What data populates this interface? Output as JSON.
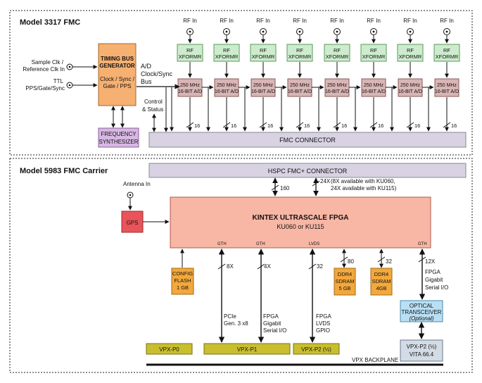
{
  "fmc": {
    "title": "Model 3317  FMC",
    "rf_in": "RF In",
    "xformr_l1": "RF",
    "xformr_l2": "XFORMR",
    "adc_l1": "250 MHz",
    "adc_l2": "16-BIT A/D",
    "bus_width": "16",
    "sample_clk_l1": "Sample Clk /",
    "sample_clk_l2": "Reference Clk In",
    "ttl_l1": "TTL",
    "ttl_l2": "PPS/Gate/Sync",
    "timing_l1": "TIMING BUS",
    "timing_l2": "GENERATOR",
    "timing_l3": "Clock / Sync /",
    "timing_l4": "Gate / PPS",
    "ad_bus_l1": "A/D",
    "ad_bus_l2": "Clock/Sync",
    "ad_bus_l3": "Bus",
    "control_l1": "Control",
    "control_l2": "& Status",
    "freq_l1": "FREQUENCY",
    "freq_l2": "SYNTHESIZER",
    "connector": "FMC CONNECTOR"
  },
  "carrier": {
    "title": "Model 5983 FMC Carrier",
    "hspc": "HSPC FMC+ CONNECTOR",
    "w160": "160",
    "lvds": "LVDS",
    "gth": "GTH",
    "w24x": "24X",
    "note_l1": "(8X available with KU060,",
    "note_l2": "24X available with KU115)",
    "antenna": "Antenna In",
    "gps": "GPS",
    "fpga_l1": "KINTEX ULTRASCALE FPGA",
    "fpga_l2": "KU060 or KU115",
    "config_l1": "CONFIG",
    "config_l2": "FLASH",
    "config_l3": "1 GB",
    "w8x": "8X",
    "w4x": "4X",
    "w32": "32",
    "w80": "80",
    "w12x": "12X",
    "ddr_a_l1": "DDR4",
    "ddr_a_l2": "SDRAM",
    "ddr_a_l3": "5 GB",
    "ddr_b_l1": "DDR4",
    "ddr_b_l2": "SDRAM",
    "ddr_b_l3": "4GB",
    "pcie_l1": "PCIe",
    "pcie_l2": "Gen. 3 x8",
    "fgsio_l1": "FPGA",
    "fgsio_l2": "Gigabit",
    "fgsio_l3": "Serial I/O",
    "lvds_gpio_l1": "FPGA",
    "lvds_gpio_l2": "LVDS",
    "lvds_gpio_l3": "GPIO",
    "opt_sio_l1": "FPGA",
    "opt_sio_l2": "Gigabit",
    "opt_sio_l3": "Serial I/O",
    "optical_l1": "OPTICAL",
    "optical_l2": "TRANSCEIVER",
    "optical_l3": "(Optional)",
    "vpx_p2b_l1": "VPX-P2 (½)",
    "vpx_p2b_l2": "VITA 66.4",
    "vpx_p0": "VPX-P0",
    "vpx_p1": "VPX-P1",
    "vpx_p2a": "VPX-P2 (½)",
    "backplane": "VPX BACKPLANE"
  },
  "colors": {
    "xformr": "#cdeccd",
    "adc": "#d9b5b5",
    "timing": "#f5b072",
    "freq": "#d7b8e2",
    "connector": "#d8d2e3",
    "fpga": "#f8b6a5",
    "gps": "#e8545a",
    "memory": "#f3a83c",
    "optical": "#b9dff3",
    "vpx": "#c9bf2e"
  }
}
